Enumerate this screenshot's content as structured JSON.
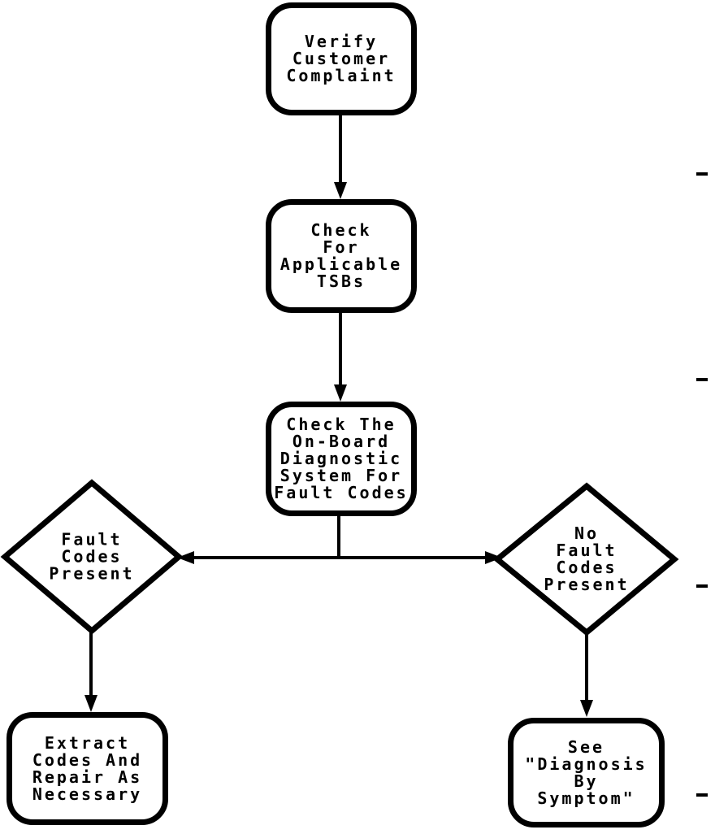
{
  "colors": {
    "background": "#ffffff",
    "line": "#000000",
    "text": "#000000"
  },
  "nodes": [
    {
      "id": "verify-customer-complaint",
      "shape": "rounded-rect",
      "label": "Verify\nCustomer\nComplaint"
    },
    {
      "id": "check-for-applicable-tsbs",
      "shape": "rounded-rect",
      "label": "Check\nFor\nApplicable\nTSBs"
    },
    {
      "id": "check-obd-for-fault-codes",
      "shape": "rounded-rect",
      "label": "Check The\nOn-Board\nDiagnostic\nSystem For\nFault Codes"
    },
    {
      "id": "fault-codes-present",
      "shape": "diamond",
      "label": "Fault\nCodes\nPresent"
    },
    {
      "id": "no-fault-codes-present",
      "shape": "diamond",
      "label": "No\nFault\nCodes\nPresent"
    },
    {
      "id": "extract-codes-and-repair",
      "shape": "rounded-rect",
      "label": "Extract\nCodes And\nRepair As\nNecessary"
    },
    {
      "id": "see-diagnosis-by-symptom",
      "shape": "rounded-rect",
      "label": "See\n\"Diagnosis\nBy\nSymptom\""
    }
  ]
}
